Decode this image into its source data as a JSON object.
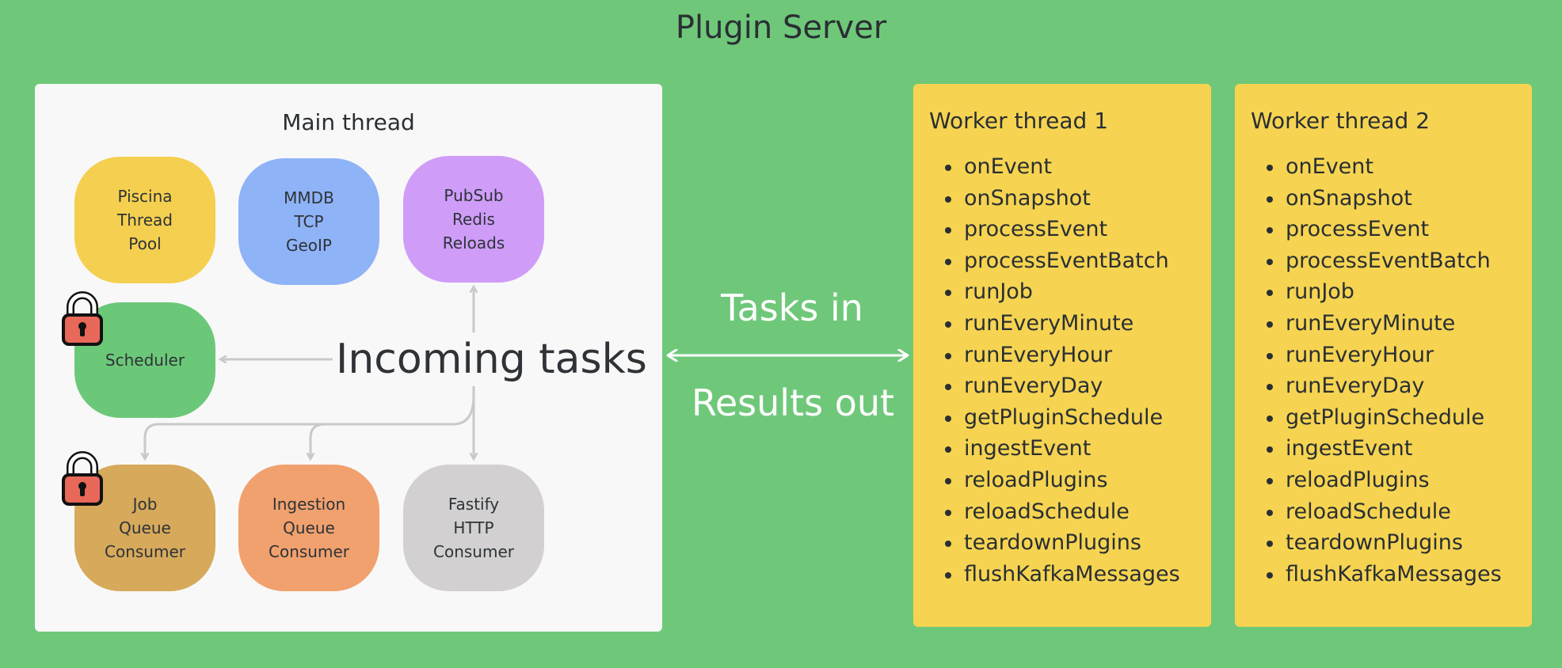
{
  "title": "Plugin Server",
  "main_thread": {
    "title": "Main thread",
    "nodes": {
      "piscina": [
        "Piscina",
        "Thread",
        "Pool"
      ],
      "mmdb": [
        "MMDB",
        "TCP",
        "GeoIP"
      ],
      "pubsub": [
        "PubSub",
        "Redis",
        "Reloads"
      ],
      "scheduler": [
        "Scheduler"
      ],
      "job_queue": [
        "Job",
        "Queue",
        "Consumer"
      ],
      "ingestion_queue": [
        "Ingestion",
        "Queue",
        "Consumer"
      ],
      "fastify": [
        "Fastify",
        "HTTP",
        "Consumer"
      ]
    },
    "incoming_label": "Incoming tasks"
  },
  "connector": {
    "tasks_in": "Tasks in",
    "results_out": "Results out"
  },
  "workers": [
    {
      "title": "Worker thread 1",
      "tasks": [
        "onEvent",
        "onSnapshot",
        "processEvent",
        "processEventBatch",
        "runJob",
        "runEveryMinute",
        "runEveryHour",
        "runEveryDay",
        "getPluginSchedule",
        "ingestEvent",
        "reloadPlugins",
        "reloadSchedule",
        "teardownPlugins",
        "flushKafkaMessages"
      ]
    },
    {
      "title": "Worker thread 2",
      "tasks": [
        "onEvent",
        "onSnapshot",
        "processEvent",
        "processEventBatch",
        "runJob",
        "runEveryMinute",
        "runEveryHour",
        "runEveryDay",
        "getPluginSchedule",
        "ingestEvent",
        "reloadPlugins",
        "reloadSchedule",
        "teardownPlugins",
        "flushKafkaMessages"
      ]
    }
  ],
  "icons": {
    "lock": "lock-icon"
  },
  "colors": {
    "background": "#6fc87a",
    "panel": "#f8f8f8",
    "worker": "#f6d451",
    "piscina": "#f5cf4f",
    "mmdb": "#8fb3f7",
    "pubsub": "#cf9df8",
    "scheduler": "#6cc879",
    "job_queue": "#d7a95b",
    "ingestion_queue": "#f1a16e",
    "fastify": "#d2d0d0",
    "lock": "#e8685a",
    "arrow": "#c9c9c9"
  }
}
